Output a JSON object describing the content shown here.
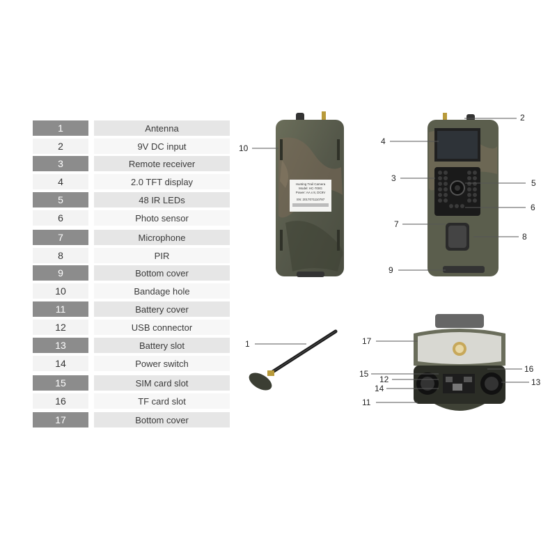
{
  "legend": [
    {
      "num": "1",
      "label": "Antenna"
    },
    {
      "num": "2",
      "label": "9V DC input"
    },
    {
      "num": "3",
      "label": "Remote receiver"
    },
    {
      "num": "4",
      "label": "2.0 TFT display"
    },
    {
      "num": "5",
      "label": "48 IR LEDs"
    },
    {
      "num": "6",
      "label": "Photo sensor"
    },
    {
      "num": "7",
      "label": "Microphone"
    },
    {
      "num": "8",
      "label": "PIR"
    },
    {
      "num": "9",
      "label": "Bottom cover"
    },
    {
      "num": "10",
      "label": "Bandage hole"
    },
    {
      "num": "11",
      "label": "Battery cover"
    },
    {
      "num": "12",
      "label": "USB connector"
    },
    {
      "num": "13",
      "label": "Battery slot"
    },
    {
      "num": "14",
      "label": "Power switch"
    },
    {
      "num": "15",
      "label": "SIM card slot"
    },
    {
      "num": "16",
      "label": "TF card slot"
    },
    {
      "num": "17",
      "label": "Bottom cover"
    }
  ],
  "back_label": {
    "line1": "Hunting Trail Camera",
    "line2": "Model: HC-700G",
    "line3": "Power: AA x 8, DC9V",
    "line4": "SN: 2017071110787"
  },
  "colors": {
    "camo_base": "#5a5e4c",
    "legend_dark": "#8c8c8c",
    "legend_light": "#f3f3f3"
  }
}
